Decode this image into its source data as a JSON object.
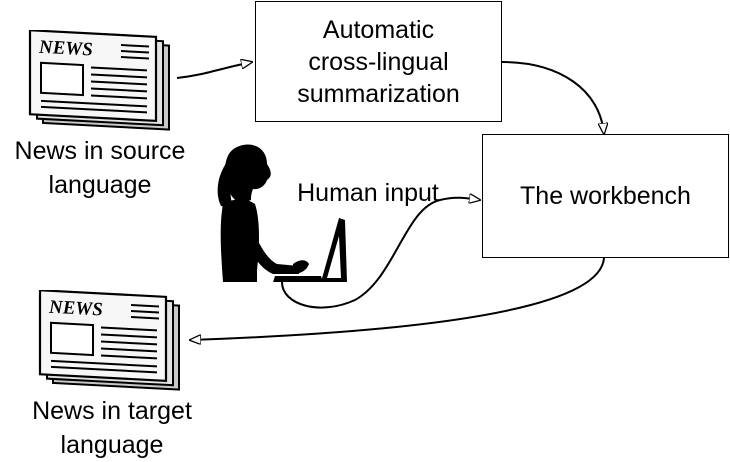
{
  "nodes": {
    "summarization": {
      "line1": "Automatic",
      "line2": "cross-lingual",
      "line3": "summarization"
    },
    "workbench": {
      "label": "The workbench"
    },
    "source_news": {
      "line1": "News in source",
      "line2": "language"
    },
    "target_news": {
      "line1": "News in target",
      "line2": "language"
    },
    "human": {
      "label": "Human input"
    }
  },
  "icons": {
    "newspaper": "newspaper-icon",
    "newspaper_masthead": "NEWS",
    "person": "person-at-computer-icon"
  },
  "colors": {
    "ink": "#000000",
    "paper": "#ffffff"
  }
}
